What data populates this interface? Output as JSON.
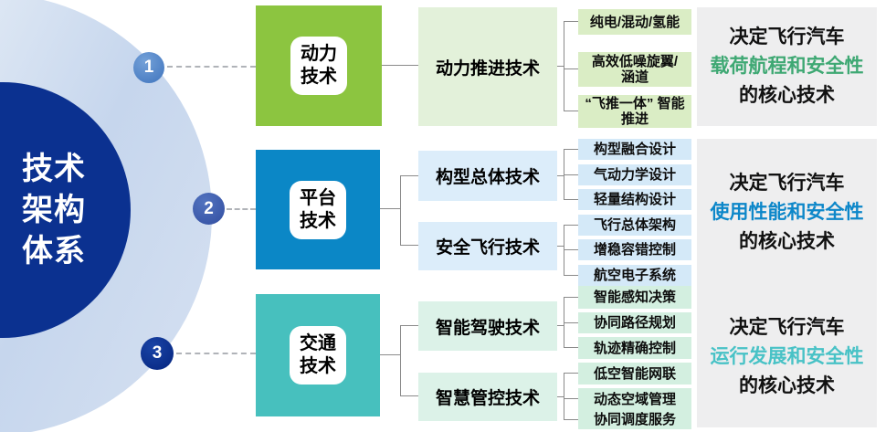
{
  "title": "技术\n架构\n体系",
  "colors": {
    "root_circle": "#0b3190",
    "power_main": "#8cc540",
    "platform_main": "#0b87c6",
    "traffic_main": "#47c0be",
    "summary_bg": "#eeeeef",
    "highlight_power": "#3ea873",
    "highlight_platform": "#0d87c9",
    "highlight_traffic": "#48c2c6"
  },
  "rows": [
    {
      "number": "1",
      "main_label": "动力\n技术",
      "subs": [
        {
          "label": "动力推进技术",
          "leaves": [
            "纯电/混动/氢能",
            "高效低噪旋翼/\n涵道",
            "“飞推一体” 智能\n推进"
          ]
        }
      ],
      "summary": {
        "prefix": "决定飞行汽车",
        "highlight": "载荷航程和安全性",
        "suffix": "的核心技术"
      }
    },
    {
      "number": "2",
      "main_label": "平台\n技术",
      "subs": [
        {
          "label": "构型总体技术",
          "leaves": [
            "构型融合设计",
            "气动力学设计",
            "轻量结构设计"
          ]
        },
        {
          "label": "安全飞行技术",
          "leaves": [
            "飞行总体架构",
            "增稳容错控制",
            "航空电子系统"
          ]
        }
      ],
      "summary": {
        "prefix": "决定飞行汽车",
        "highlight": "使用性能和安全性",
        "suffix": "的核心技术"
      }
    },
    {
      "number": "3",
      "main_label": "交通\n技术",
      "subs": [
        {
          "label": "智能驾驶技术",
          "leaves": [
            "智能感知决策",
            "协同路径规划",
            "轨迹精确控制"
          ]
        },
        {
          "label": "智慧管控技术",
          "leaves": [
            "低空智能网联",
            "动态空域管理",
            "协同调度服务"
          ]
        }
      ],
      "summary": {
        "prefix": "决定飞行汽车",
        "highlight": "运行发展和安全性",
        "suffix": "的核心技术"
      }
    }
  ]
}
